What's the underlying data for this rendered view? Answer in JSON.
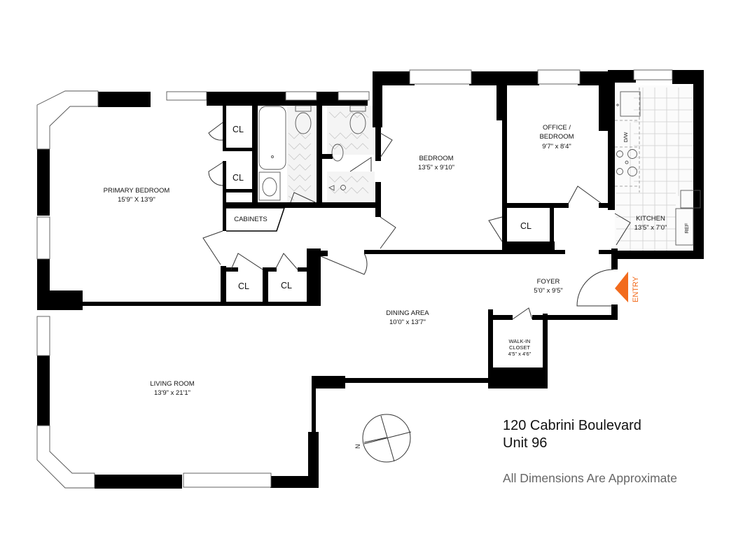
{
  "rooms": {
    "primary_bedroom": {
      "name": "PRIMARY BEDROOM",
      "dims": "15'9\" X 13'9\""
    },
    "bedroom": {
      "name": "BEDROOM",
      "dims": "13'5\" x 9'10\""
    },
    "office": {
      "name_line1": "OFFICE /",
      "name_line2": "BEDROOM",
      "dims": "9'7\" x 8'4\""
    },
    "kitchen": {
      "name": "KITCHEN",
      "dims": "13'5\" x 7'0\""
    },
    "foyer": {
      "name": "FOYER",
      "dims": "5'0\" x 9'5\""
    },
    "dining": {
      "name": "DINING AREA",
      "dims": "10'0\" x 13'7\""
    },
    "walkin": {
      "name_line1": "WALK-IN",
      "name_line2": "CLOSET",
      "dims": "4'5\" x 4'6\""
    },
    "living": {
      "name": "LIVING ROOM",
      "dims": "13'9\" x 21'1\""
    },
    "cabinets": {
      "name": "CABINETS"
    }
  },
  "closets": {
    "cl1": "CL",
    "cl2": "CL",
    "cl3": "CL",
    "cl4": "CL",
    "cl5": "CL"
  },
  "appliances": {
    "dishwasher": "D/W",
    "refrigerator": "REF"
  },
  "entry": {
    "label": "ENTRY",
    "color": "#f26b1d"
  },
  "compass": {
    "north_label": "N"
  },
  "address": {
    "street": "120 Cabrini Boulevard",
    "unit": "Unit 96"
  },
  "disclaimer": "All Dimensions Are Approximate"
}
